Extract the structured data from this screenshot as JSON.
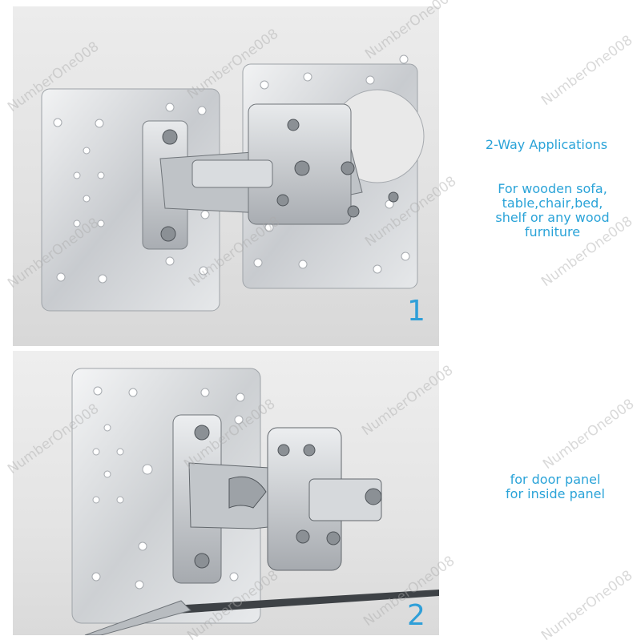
{
  "captions": {
    "title": "2-Way Applications",
    "description": [
      "For wooden sofa,",
      "table,chair,bed,",
      "shelf or any wood",
      "furniture"
    ],
    "door": [
      "for door panel",
      "for inside panel"
    ]
  },
  "panel_numbers": [
    "1",
    "2"
  ],
  "watermark": "NumberOne008",
  "colors": {
    "accent": "#2aa3d8",
    "metal": "#c9ccd0",
    "background": "#ffffff"
  }
}
